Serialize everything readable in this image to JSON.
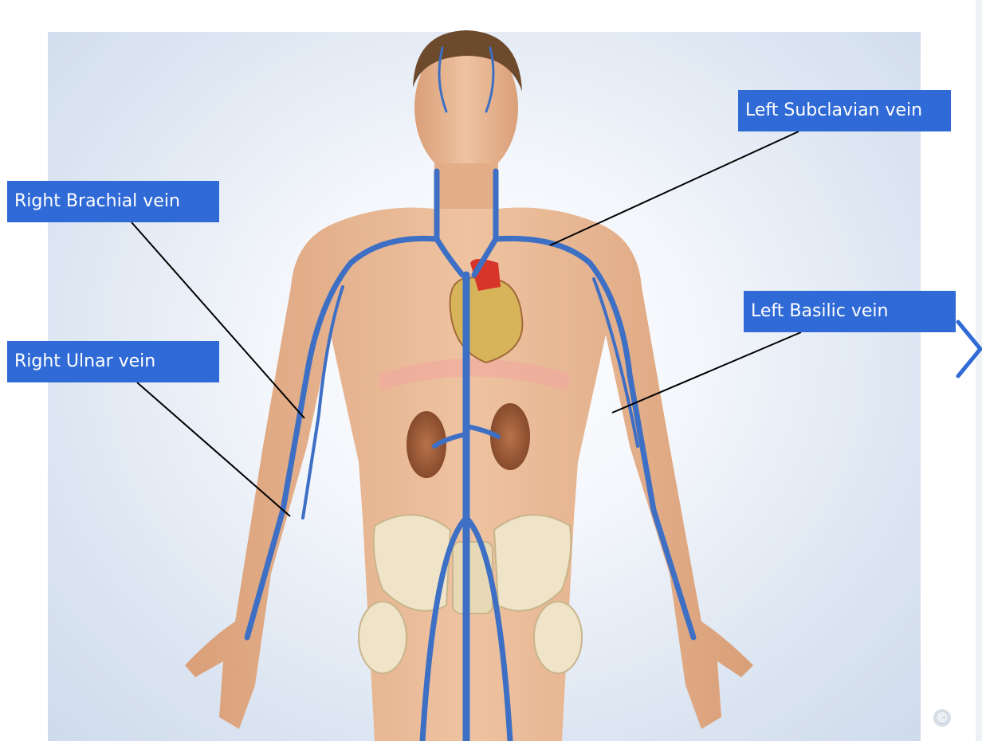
{
  "labels": {
    "left_subclavian": "Left Subclavian vein",
    "right_brachial": "Right Brachial vein",
    "left_basilic": "Left Basilic vein",
    "right_ulnar": "Right Ulnar vein"
  },
  "copyright_symbol": "©",
  "icons": {
    "next": "chevron-right-icon",
    "copyright": "copyright-icon"
  },
  "colors": {
    "label_background": "#2f6ad6",
    "label_text": "#ffffff",
    "vein": "#3d6fc4",
    "skin": "#e8b48e",
    "next_arrow": "#2f6ad6"
  }
}
